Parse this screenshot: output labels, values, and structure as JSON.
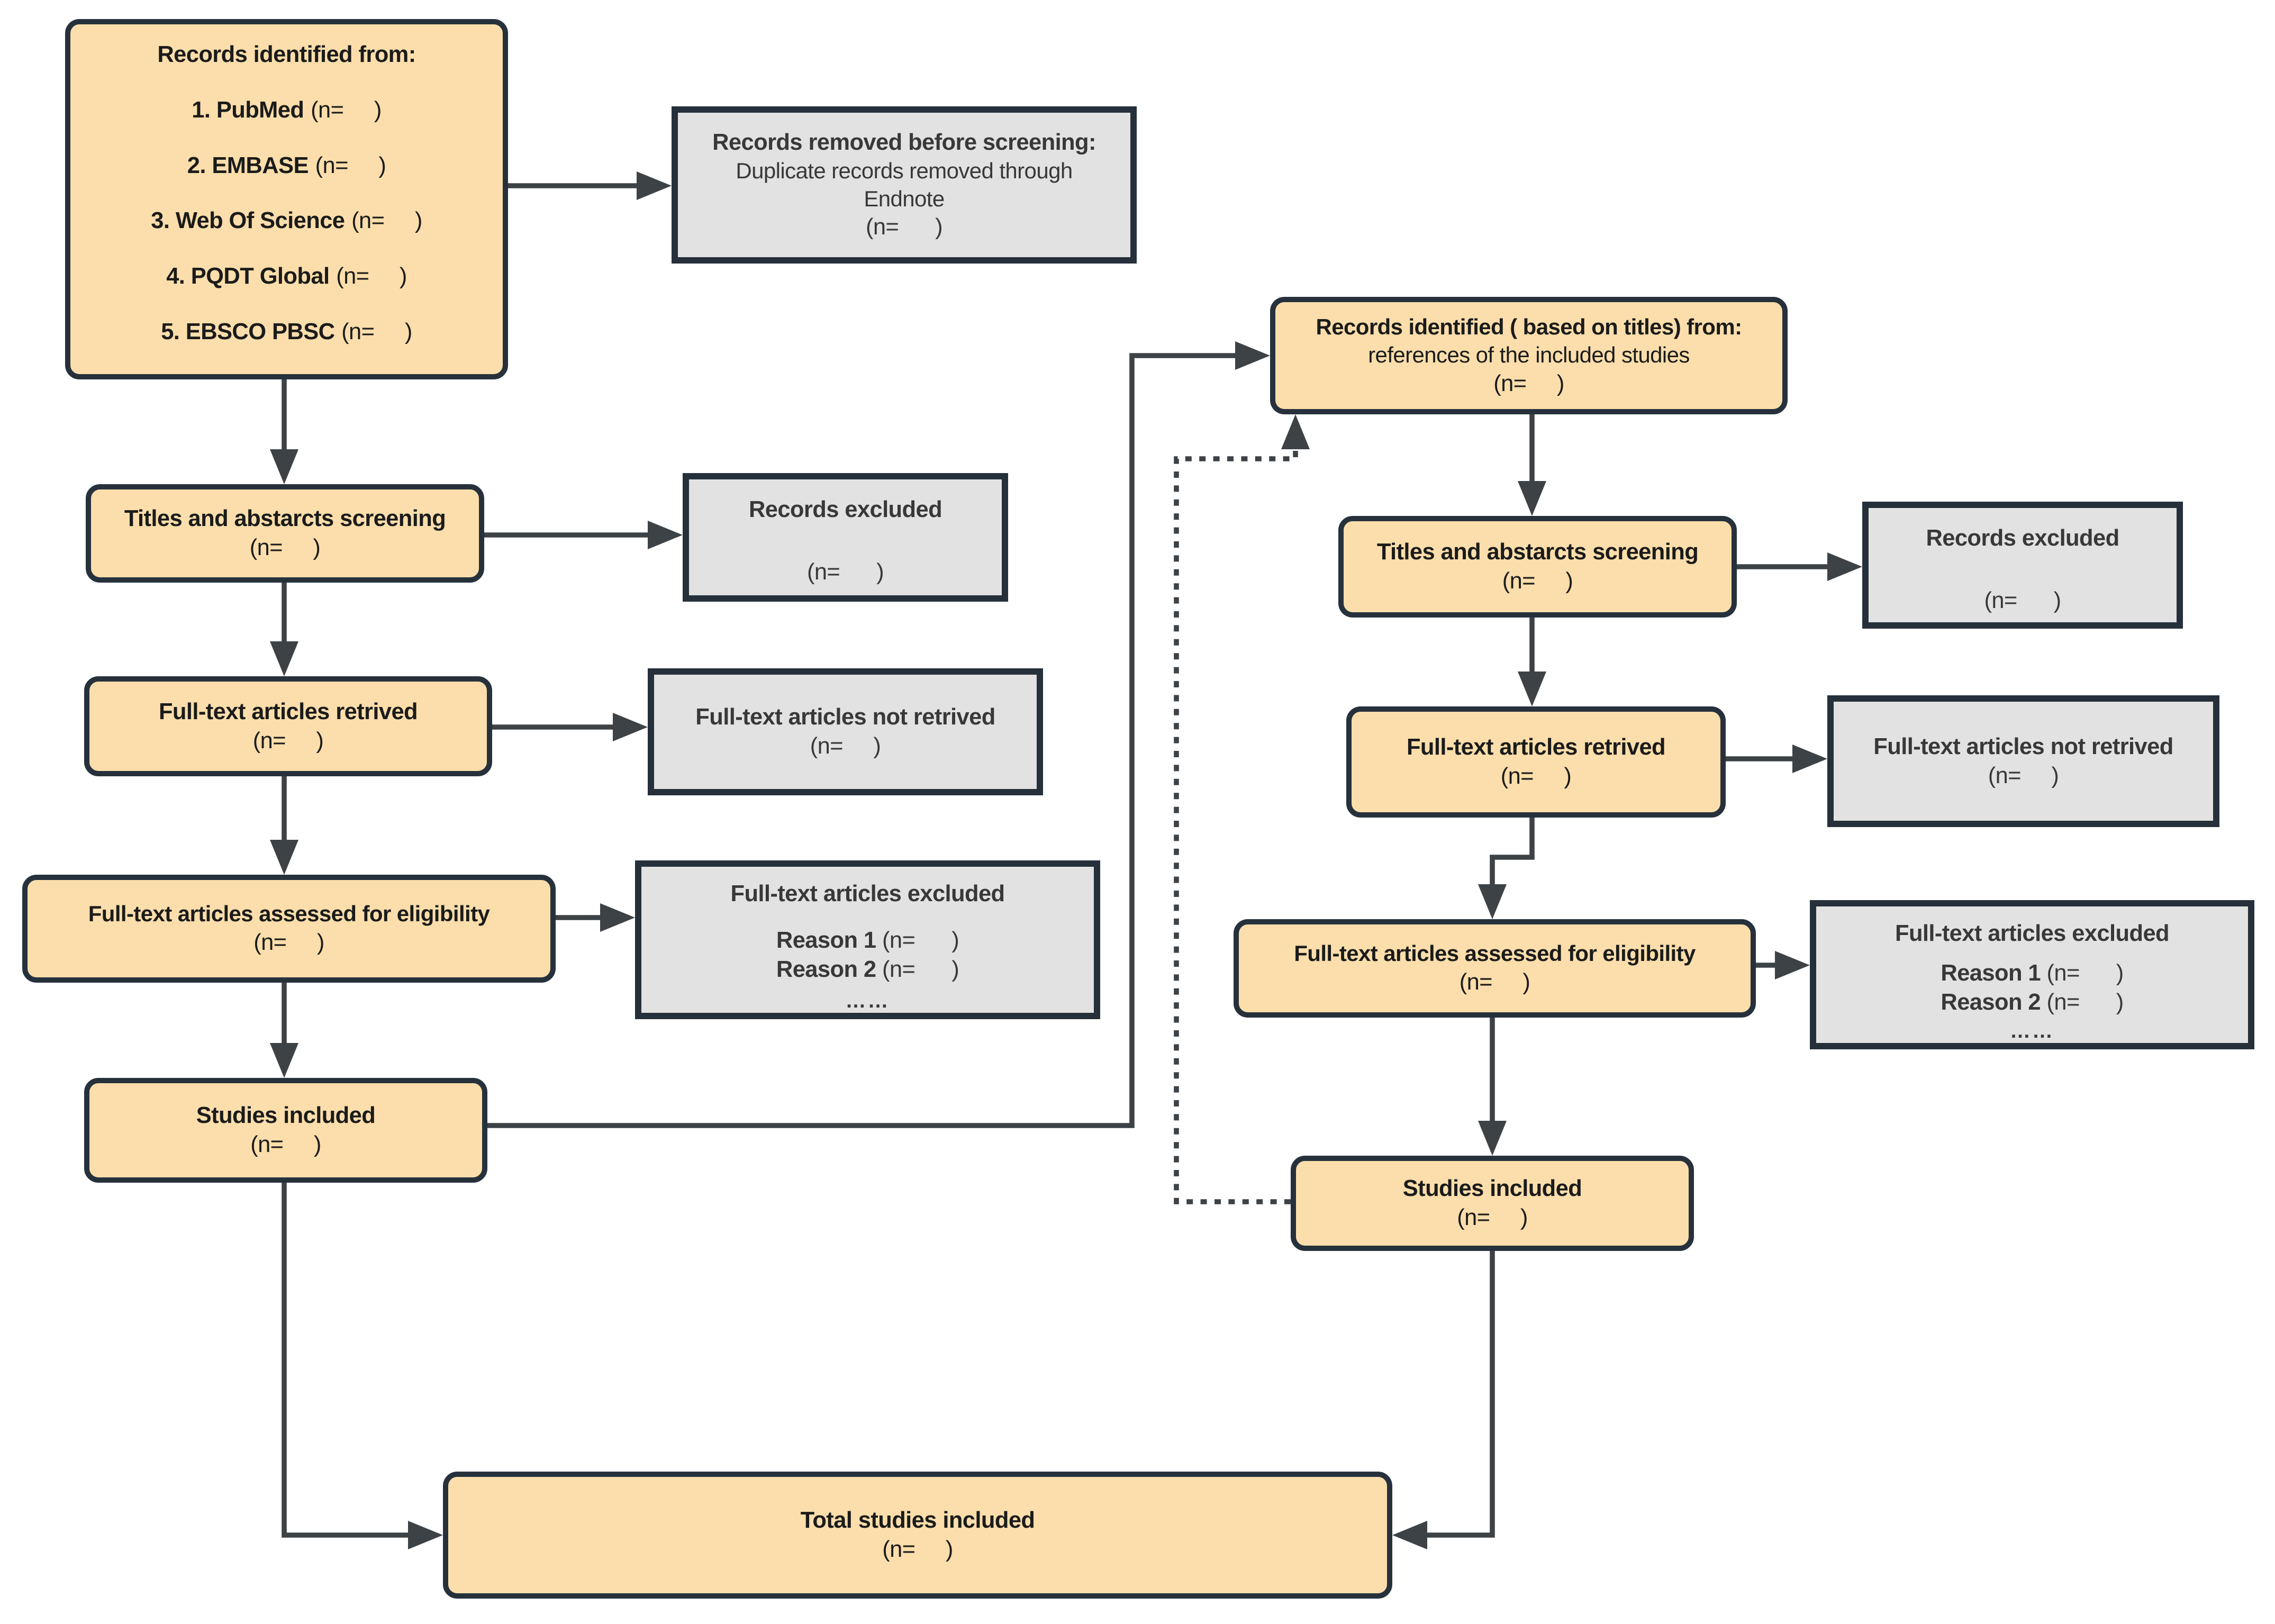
{
  "colors": {
    "process_fill": "#FBDEAB",
    "process_border": "#26313C",
    "excluded_fill": "#E2E2E2",
    "excluded_border": "#25303B",
    "connector": "#3D4247"
  },
  "boxes": {
    "src": {
      "header": "Records identified from:",
      "items": [
        {
          "name": "1. PubMed",
          "n": "(n=     )"
        },
        {
          "name": "2. EMBASE",
          "n": "(n=     )"
        },
        {
          "name": "3. Web Of Science",
          "n": "(n=     )"
        },
        {
          "name": "4. PQDT Global",
          "n": "(n=     )"
        },
        {
          "name": "5. EBSCO PBSC",
          "n": "(n=     )"
        }
      ]
    },
    "dup_removed": {
      "title": "Records removed before screening:",
      "line1": "Duplicate records removed through",
      "line2": "Endnote",
      "n": "(n=      )"
    },
    "l_screening": {
      "title": "Titles and abstarcts screening",
      "n": "(n=     )"
    },
    "l_rec_excluded": {
      "title": "Records excluded",
      "n": "(n=      )"
    },
    "l_retrieved": {
      "title": "Full-text articles retrived",
      "n": "(n=     )"
    },
    "l_not_retrieved": {
      "title": "Full-text articles not retrived",
      "n": "(n=     )"
    },
    "l_assessed": {
      "title": "Full-text articles assessed for eligibility",
      "n": "(n=     )"
    },
    "l_ft_excluded": {
      "title": "Full-text articles excluded",
      "reasons": [
        {
          "name": "Reason 1",
          "n": "(n=      )"
        },
        {
          "name": "Reason 2",
          "n": "(n=      )"
        }
      ],
      "more": "……"
    },
    "l_included": {
      "title": "Studies included",
      "n": "(n=     )"
    },
    "ref_src": {
      "title": "Records identified ( based on titles) from:",
      "subtitle": "references of the included studies",
      "n": "(n=     )"
    },
    "r_screening": {
      "title": "Titles and abstarcts screening",
      "n": "(n=     )"
    },
    "r_rec_excluded": {
      "title": "Records excluded",
      "n": "(n=      )"
    },
    "r_retrieved": {
      "title": "Full-text articles retrived",
      "n": "(n=     )"
    },
    "r_not_retrieved": {
      "title": "Full-text articles not retrived",
      "n": "(n=     )"
    },
    "r_assessed": {
      "title": "Full-text articles assessed for eligibility",
      "n": "(n=     )"
    },
    "r_ft_excluded": {
      "title": "Full-text articles excluded",
      "reasons": [
        {
          "name": "Reason 1",
          "n": "(n=      )"
        },
        {
          "name": "Reason 2",
          "n": "(n=      )"
        }
      ],
      "more": "……"
    },
    "r_included": {
      "title": "Studies included",
      "n": "(n=     )"
    },
    "total": {
      "title": "Total studies included",
      "n": "(n=     )"
    }
  }
}
